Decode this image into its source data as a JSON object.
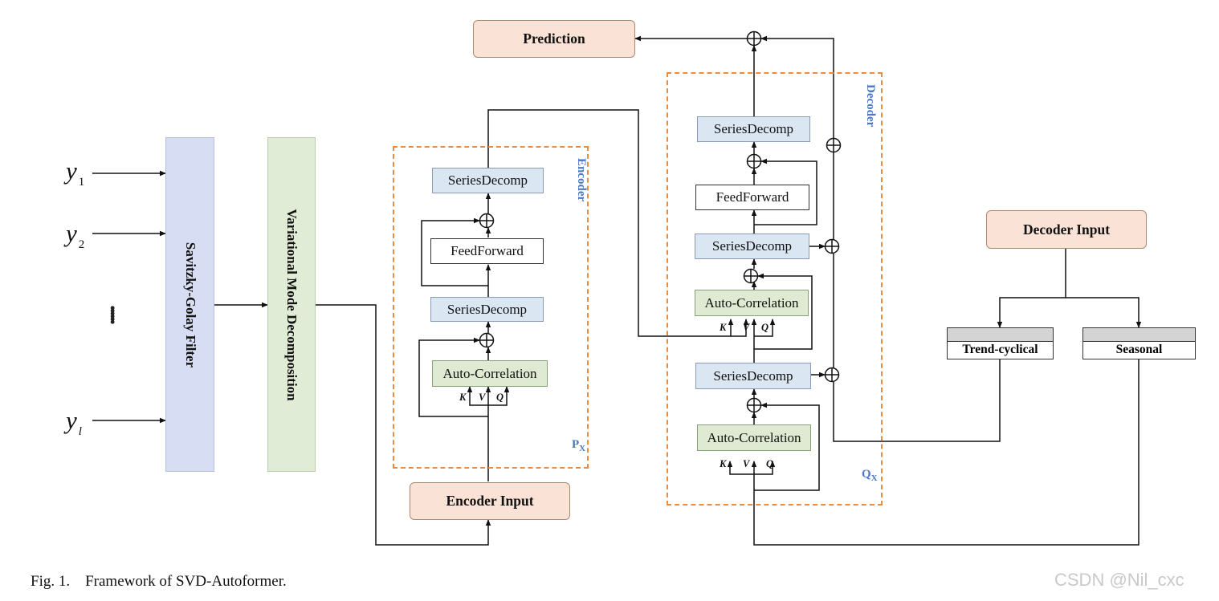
{
  "caption": "Fig. 1.    Framework of SVD-Autoformer.",
  "watermark": "CSDN @Nil_cxc",
  "inputs": {
    "y1": {
      "var": "y",
      "sub": "1"
    },
    "y2": {
      "var": "y",
      "sub": "2"
    },
    "dots": "......",
    "yl": {
      "var": "y",
      "sub": "l"
    }
  },
  "filters": {
    "savitzky": "Savitzky-Golay Filter",
    "vmd": "Variational Mode Decomposition"
  },
  "encoder": {
    "label": "Encoder",
    "multiplier": "P",
    "multiplier_sub": "X",
    "series_decomp_top": "SeriesDecomp",
    "feed_forward": "FeedForward",
    "series_decomp_mid": "SeriesDecomp",
    "auto_correlation": "Auto-Correlation",
    "k": "K",
    "v": "V",
    "q": "Q",
    "input": "Encoder Input"
  },
  "decoder": {
    "label": "Decoder",
    "multiplier": "Q",
    "multiplier_sub": "X",
    "series_decomp_top": "SeriesDecomp",
    "feed_forward": "FeedForward",
    "series_decomp_2": "SeriesDecomp",
    "cross_auto_correlation": "Auto-Correlation",
    "k1": "K",
    "v1": "V",
    "q1": "Q",
    "series_decomp_3": "SeriesDecomp",
    "self_auto_correlation": "Auto-Correlation",
    "k2": "K",
    "v2": "V",
    "q2": "Q",
    "input": "Decoder Input"
  },
  "prediction": "Prediction",
  "decomposition": {
    "trend": "Trend-cyclical",
    "seasonal": "Seasonal"
  }
}
